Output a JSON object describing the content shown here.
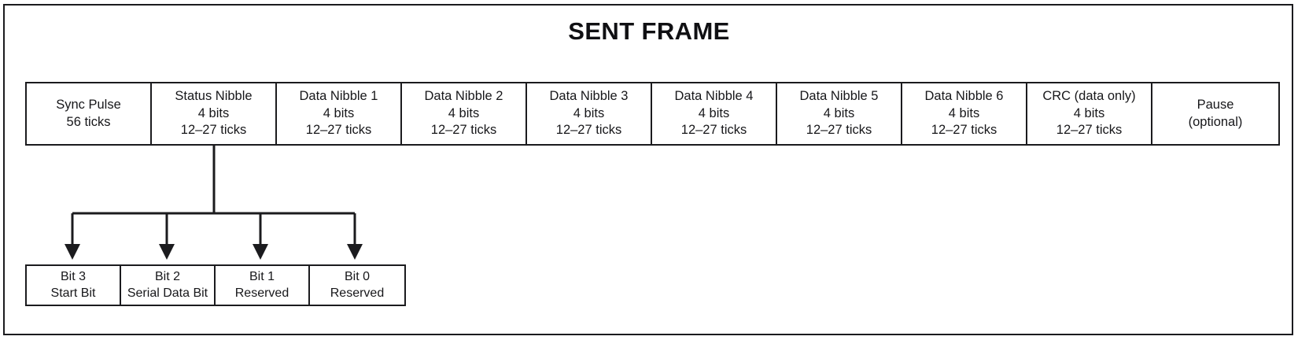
{
  "diagram": {
    "title": "SENT FRAME",
    "colors": {
      "border": "#1b1b1e",
      "text": "#17171a",
      "background": "#ffffff"
    },
    "frame_row": {
      "cells": [
        {
          "name": "Sync Pulse",
          "bits": "56 ticks",
          "ticks": ""
        },
        {
          "name": "Status Nibble",
          "bits": "4 bits",
          "ticks": "12–27 ticks"
        },
        {
          "name": "Data Nibble 1",
          "bits": "4 bits",
          "ticks": "12–27 ticks"
        },
        {
          "name": "Data Nibble 2",
          "bits": "4 bits",
          "ticks": "12–27 ticks"
        },
        {
          "name": "Data Nibble 3",
          "bits": "4 bits",
          "ticks": "12–27 ticks"
        },
        {
          "name": "Data Nibble 4",
          "bits": "4 bits",
          "ticks": "12–27 ticks"
        },
        {
          "name": "Data Nibble 5",
          "bits": "4 bits",
          "ticks": "12–27 ticks"
        },
        {
          "name": "Data Nibble 6",
          "bits": "4 bits",
          "ticks": "12–27 ticks"
        },
        {
          "name": "CRC (data only)",
          "bits": "4 bits",
          "ticks": "12–27 ticks"
        },
        {
          "name": "Pause",
          "bits": "(optional)",
          "ticks": ""
        }
      ]
    },
    "status_nibble_detail": {
      "source_cell": "Status Nibble",
      "bits": [
        {
          "index": "Bit 3",
          "role": "Start Bit"
        },
        {
          "index": "Bit 2",
          "role": "Serial Data Bit"
        },
        {
          "index": "Bit 1",
          "role": "Reserved"
        },
        {
          "index": "Bit 0",
          "role": "Reserved"
        }
      ]
    }
  }
}
